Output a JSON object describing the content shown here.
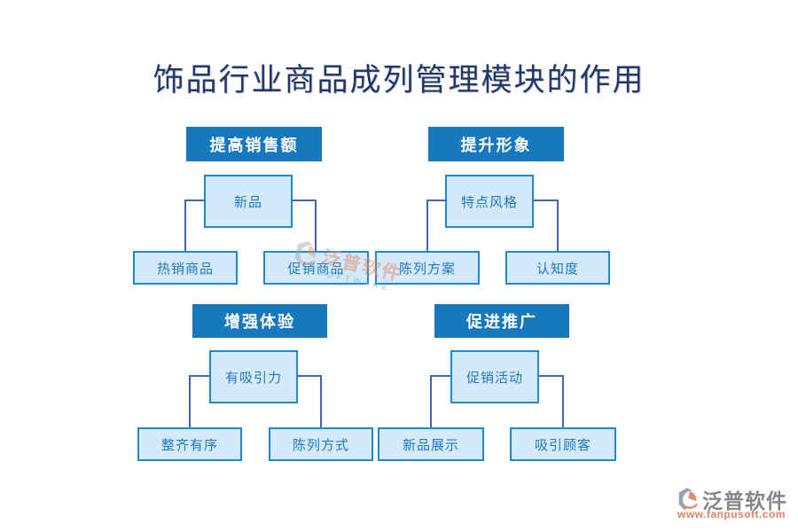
{
  "title": "饰品行业商品成列管理模块的作用",
  "sections": [
    {
      "header": "提高销售额",
      "parent": "新品",
      "children": [
        "热销商品",
        "促销商品"
      ]
    },
    {
      "header": "提升形象",
      "parent": "特点风格",
      "children": [
        "陈列方案",
        "认知度"
      ]
    },
    {
      "header": "增强体验",
      "parent": "有吸引力",
      "children": [
        "整齐有序",
        "陈列方式"
      ]
    },
    {
      "header": "促进推广",
      "parent": "促销活动",
      "children": [
        "新品展示",
        "吸引顾客"
      ]
    }
  ],
  "watermark": {
    "brand": "泛普软件",
    "caption": "SOFTWARE",
    "icon": "fanpu-logo-icon"
  },
  "footer": {
    "brand": "泛普软件",
    "website": "www.fanpusoft.com",
    "icon": "fanpu-logo-icon"
  },
  "colors": {
    "title_text": "#1E3A6E",
    "header_bg": "#1878BE",
    "header_text": "#FFFFFF",
    "node_bg": "#D4EAFA",
    "node_border": "#1E88D0",
    "node_text": "#1F78C0",
    "connector": "#4068B5",
    "brand_gray": "#85878A",
    "brand_salmon": "#DF8163"
  }
}
